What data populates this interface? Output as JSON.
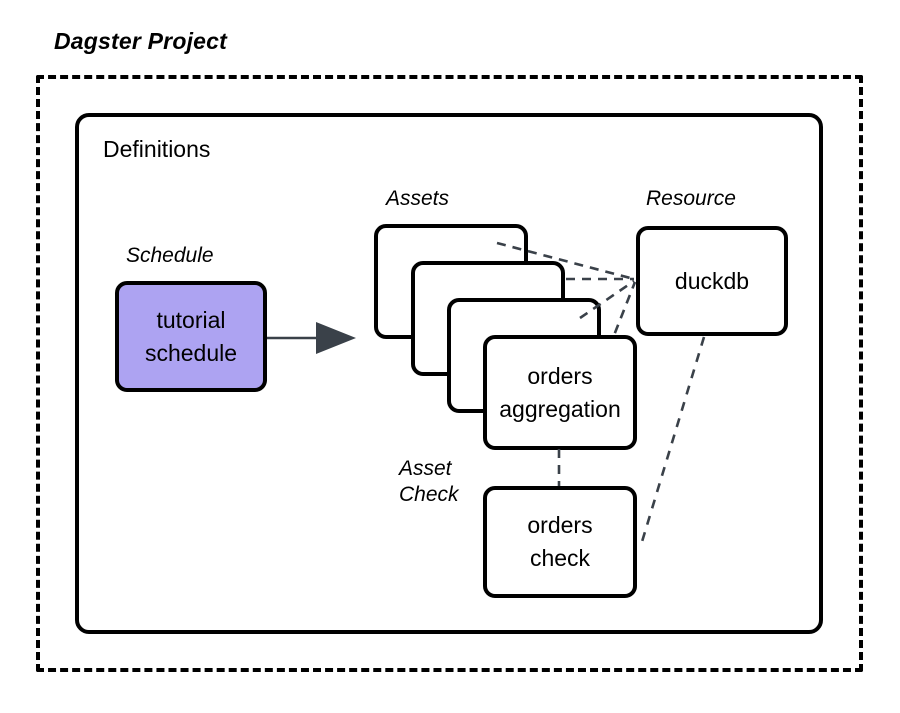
{
  "diagram": {
    "title": "Dagster Project",
    "container_label": "Definitions",
    "captions": {
      "schedule": "Schedule",
      "assets": "Assets",
      "resource": "Resource",
      "asset_check_line1": "Asset",
      "asset_check_line2": "Check"
    },
    "nodes": {
      "schedule": {
        "name": "tutorial-schedule-node",
        "line1": "tutorial",
        "line2": "schedule",
        "fill": "#ada3f2"
      },
      "assets": [
        {
          "name": "asset-card-back-1",
          "label": ""
        },
        {
          "name": "asset-card-back-2",
          "label": ""
        },
        {
          "name": "asset-card-back-3",
          "label": ""
        },
        {
          "name": "asset-card-front",
          "line1": "orders",
          "line2": "aggregation"
        }
      ],
      "resource": {
        "name": "duckdb-resource-node",
        "label": "duckdb"
      },
      "asset_check": {
        "name": "orders-check-node",
        "line1": "orders",
        "line2": "check"
      }
    },
    "edges": [
      {
        "from": "tutorial schedule",
        "to": "assets",
        "style": "solid-arrow",
        "color": "#3a4149"
      },
      {
        "from": "asset card 1",
        "to": "duckdb",
        "style": "dashed"
      },
      {
        "from": "asset card 2",
        "to": "duckdb",
        "style": "dashed"
      },
      {
        "from": "asset card 3",
        "to": "duckdb",
        "style": "dashed"
      },
      {
        "from": "orders aggregation",
        "to": "duckdb",
        "style": "dashed"
      },
      {
        "from": "orders aggregation",
        "to": "orders check",
        "style": "dashed"
      },
      {
        "from": "duckdb",
        "to": "orders check",
        "style": "dashed"
      }
    ],
    "colors": {
      "stroke": "#000000",
      "dashed_edge": "#3a4149",
      "arrow": "#3a4149",
      "schedule_fill": "#ada3f2",
      "background": "#ffffff"
    }
  }
}
